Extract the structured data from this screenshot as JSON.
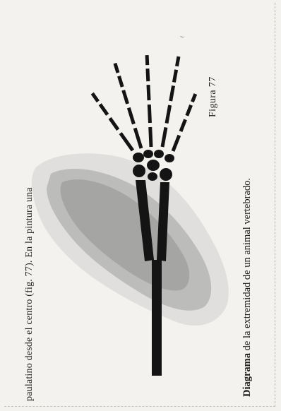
{
  "body_text": "paulatino desde el centro (fig. 77). En la pintura una",
  "figure_label": "Figura 77",
  "caption": {
    "lead": "Diagrama",
    "rest": " de la extremidad de un animal vertebrado."
  },
  "colors": {
    "ink": "#141414",
    "paper": "#f4f2ee",
    "stain": "#8f8f8f"
  }
}
